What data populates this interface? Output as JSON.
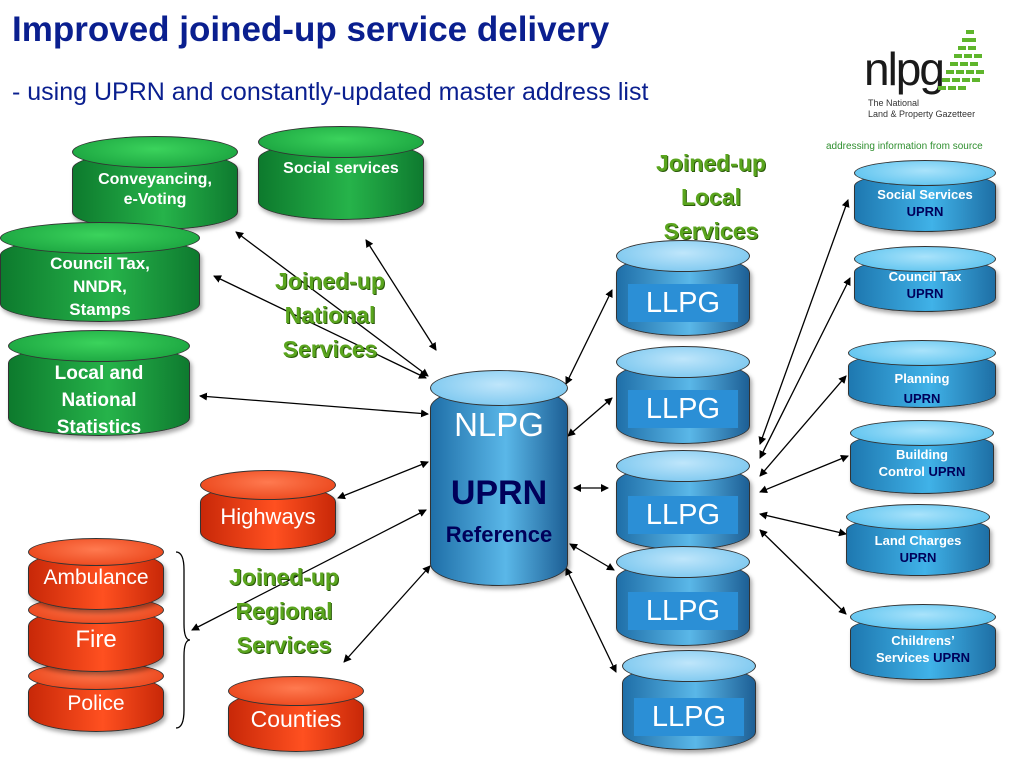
{
  "header": {
    "title": "Improved joined-up service delivery",
    "subtitle": "-  using UPRN and constantly-updated master address list"
  },
  "logo": {
    "wordmark": "nlpg",
    "line1": "The National",
    "line2": "Land & Property Gazetteer",
    "tagline": "addressing information from source"
  },
  "colors": {
    "title": "#0a1f8f",
    "national_cylinders": "#1aa23f",
    "regional_cylinders": "#ff4a1c",
    "hub_cylinders": "#4aa8dc",
    "local_service_cylinders": "#2aa8e0",
    "group_label": "#5aa51e"
  },
  "national_services": {
    "label_line1": "Joined-up",
    "label_line2": "National",
    "label_line3": "Services",
    "items": [
      {
        "line1": "Conveyancing,",
        "line2": "e-Voting"
      },
      {
        "line1": "Social services"
      },
      {
        "line1": "Council Tax,",
        "line2": "NNDR,",
        "line3": "Stamps"
      },
      {
        "line1": "Local and",
        "line2": "National",
        "line3": "Statistics"
      }
    ]
  },
  "hub": {
    "name": "NLPG",
    "id": "UPRN",
    "caption": "Reference"
  },
  "llpg": {
    "items": [
      "LLPG",
      "LLPG",
      "LLPG",
      "LLPG",
      "LLPG"
    ]
  },
  "regional_services": {
    "label_line1": "Joined-up",
    "label_line2": "Regional",
    "label_line3": "Services",
    "items": [
      "Highways",
      "Ambulance",
      "Fire",
      "Police",
      "Counties"
    ]
  },
  "local_services": {
    "label_line1": "Joined-up",
    "label_line2": "Local",
    "label_line3": "Services",
    "items": [
      {
        "name": "Social Services",
        "uprn": "UPRN"
      },
      {
        "name": "Council Tax",
        "uprn": "UPRN"
      },
      {
        "name": "Planning",
        "uprn": "UPRN"
      },
      {
        "name": "Building",
        "name2": "Control",
        "uprn": "UPRN"
      },
      {
        "name": "Land Charges",
        "uprn": "UPRN"
      },
      {
        "name": "Childrens’",
        "name2": "Services",
        "uprn": "UPRN"
      }
    ]
  }
}
